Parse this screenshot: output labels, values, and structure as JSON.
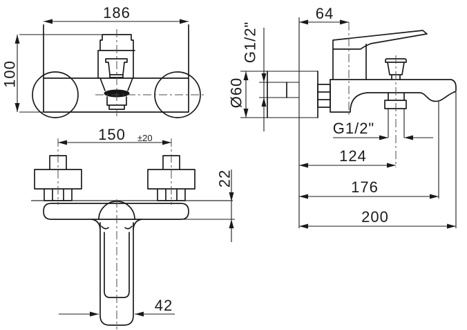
{
  "drawing": {
    "background": "#ffffff",
    "line_color": "#1a1a1a",
    "front_view": {
      "width": "186",
      "height": "100"
    },
    "plan_view": {
      "spacing": "150",
      "spacing_tol": "±20",
      "depth": "22",
      "lever_width": "42"
    },
    "side_view": {
      "handle_offset": "64",
      "inlet_thread": "G1/2\"",
      "flange_diameter": "Ø60",
      "shower_thread": "G1/2\"",
      "shower_distance": "124",
      "lip_distance": "176",
      "overall_depth": "200"
    }
  }
}
